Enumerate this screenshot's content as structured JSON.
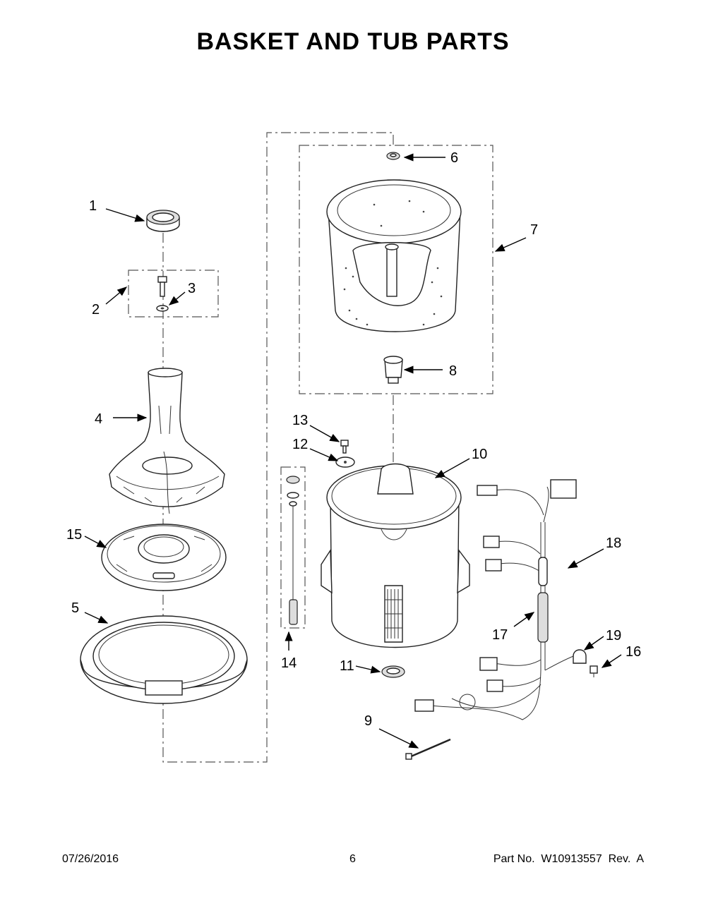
{
  "title": "BASKET AND TUB PARTS",
  "footer": {
    "date": "07/26/2016",
    "page": "6",
    "part_no": "Part No.  W10913557  Rev.  A"
  },
  "callouts": {
    "c1": "1",
    "c2": "2",
    "c3": "3",
    "c4": "4",
    "c5": "5",
    "c6": "6",
    "c7": "7",
    "c8": "8",
    "c9": "9",
    "c10": "10",
    "c11": "11",
    "c12": "12",
    "c13": "13",
    "c14": "14",
    "c15": "15",
    "c16": "16",
    "c17": "17",
    "c18": "18",
    "c19": "19"
  }
}
